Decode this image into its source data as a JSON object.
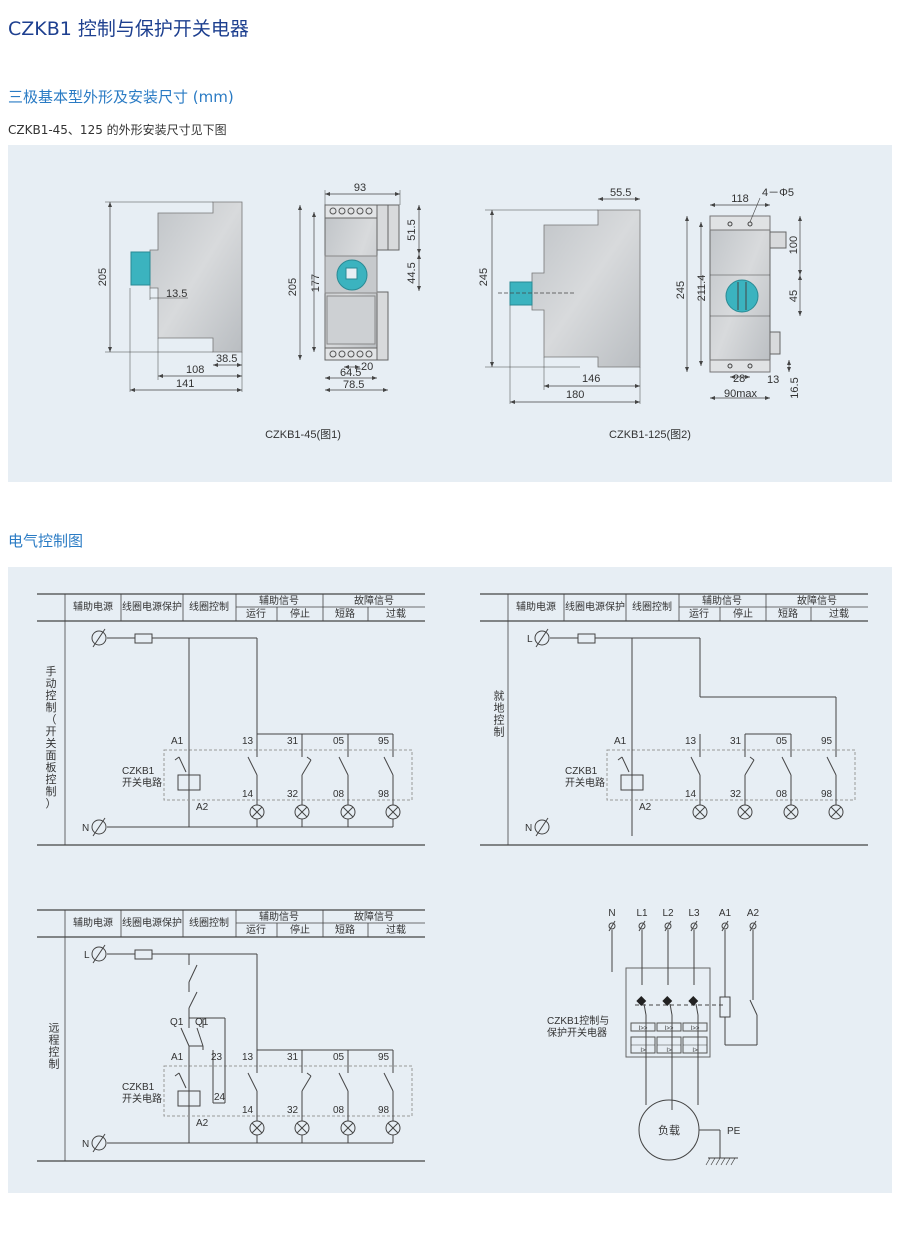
{
  "header": {
    "title": "CZKB1 控制与保护开关电器",
    "dimensions_heading": "三极基本型外形及安装尺寸 (mm)",
    "dimensions_note": "CZKB1-45、125 的外形安装尺寸见下图",
    "control_heading": "电气控制图"
  },
  "colors": {
    "title": "#1d3f8f",
    "heading": "#2a7bc4",
    "panel": "#e7eef4",
    "knob": "#3bb3bf",
    "body": "#c9cccf"
  },
  "figure1": {
    "caption": "CZKB1-45(图1)",
    "side": {
      "height": "205",
      "knob": "13.5",
      "step": "38.5",
      "depth1": "108",
      "depth2": "141"
    },
    "front": {
      "width": "93",
      "top": "51.5",
      "mid": "44.5",
      "height": "205",
      "inner": "177",
      "hole": "20",
      "w1": "64.5",
      "w2": "78.5"
    }
  },
  "figure2": {
    "caption": "CZKB1-125(图2)",
    "side": {
      "step": "55.5",
      "height": "245",
      "depth1": "146",
      "depth2": "180"
    },
    "front": {
      "width": "118",
      "holes": "4－Φ5",
      "height": "245",
      "inner": "211.4",
      "top": "100",
      "mid": "45",
      "hole": "28",
      "side": "13",
      "bottom": "16.5",
      "wmax": "90max"
    }
  },
  "table_header": {
    "aux_power": "辅助电源",
    "coil_protect": "线圈电源保护",
    "coil_control": "线圈控制",
    "aux_signal": "辅助信号",
    "run": "运行",
    "stop": "停止",
    "fault_signal": "故障信号",
    "short": "短路",
    "overload": "过载"
  },
  "circuit_labels": {
    "L": "L",
    "N": "N",
    "A1": "A1",
    "A2": "A2",
    "c13": "13",
    "c14": "14",
    "c31": "31",
    "c32": "32",
    "c05": "05",
    "c08": "08",
    "c95": "95",
    "c98": "98",
    "c23": "23",
    "c24": "24",
    "Q1": "Q1",
    "device1": "CZKB1",
    "device2": "开关电路"
  },
  "diagrams": {
    "manual": "手动控制（开关面板控制）",
    "local": "就地控制",
    "remote": "远程控制"
  },
  "three_phase": {
    "terminals": [
      "N",
      "L1",
      "L2",
      "L3",
      "A1",
      "A2"
    ],
    "device1": "CZKB1控制与",
    "device2": "保护开关电器",
    "trip1": "I>>",
    "trip2": "I>",
    "load": "负载",
    "pe": "PE"
  }
}
